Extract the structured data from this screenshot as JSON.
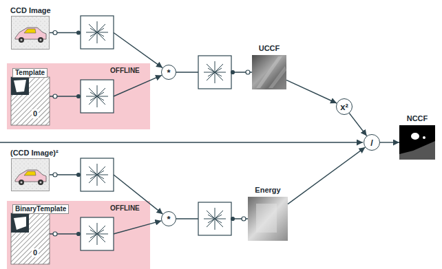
{
  "diagram": {
    "nodes": [
      {
        "text": [
          "CCD Image"
        ]
      },
      {
        "text": [
          "OFFLINE"
        ]
      },
      {
        "text": [
          "Template",
          "0"
        ],
        "in": 1
      },
      {
        "text": [
          "*"
        ]
      },
      {
        "text": [
          "UCCF"
        ]
      },
      {
        "text": [
          "x²"
        ]
      },
      {
        "text": [
          "/"
        ]
      },
      {
        "text": [
          "NCCF"
        ]
      },
      {
        "text": [
          "(CCD Image)²"
        ]
      },
      {
        "text": [
          "OFFLINE"
        ]
      },
      {
        "text": [
          "BinaryTemplate",
          "0"
        ],
        "in": 9
      },
      {
        "text": [
          "*"
        ]
      },
      {
        "text": [
          "Energy"
        ]
      }
    ],
    "edges": [
      {
        "from": 0,
        "to": 3,
        "arrow": "to"
      },
      {
        "from": 2,
        "to": 3,
        "arrow": "to"
      },
      {
        "from": 3,
        "to": 4,
        "arrow": "none"
      },
      {
        "from": 4,
        "to": 5,
        "arrow": "to"
      },
      {
        "from": 5,
        "to": 6,
        "arrow": "to"
      },
      {
        "from": 6,
        "to": 7,
        "arrow": "to"
      },
      {
        "from": 8,
        "to": 11,
        "arrow": "to"
      },
      {
        "from": 10,
        "to": 11,
        "arrow": "to"
      },
      {
        "from": 11,
        "to": 12,
        "arrow": "none"
      },
      {
        "from": 12,
        "to": 6,
        "arrow": "to"
      }
    ]
  }
}
